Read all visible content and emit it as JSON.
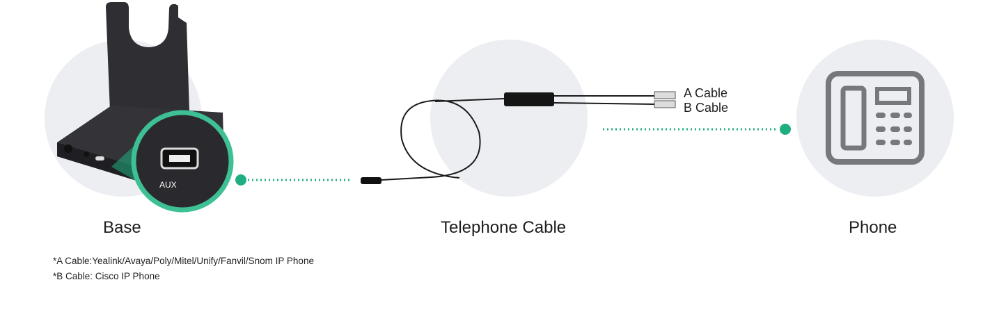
{
  "colors": {
    "accent": "#1fae82",
    "circle": "#eceef2",
    "device": "#2b2b2f"
  },
  "labels": {
    "base": "Base",
    "cable": "Telephone Cable",
    "phone": "Phone"
  },
  "cable_tags": {
    "a": "A Cable",
    "b": "B Cable"
  },
  "base_port": {
    "aux": "AUX"
  },
  "notes": [
    "*A Cable:Yealink/Avaya/Poly/Mitel/Unify/Fanvil/Snom IP Phone",
    "*B Cable: Cisco IP Phone"
  ]
}
